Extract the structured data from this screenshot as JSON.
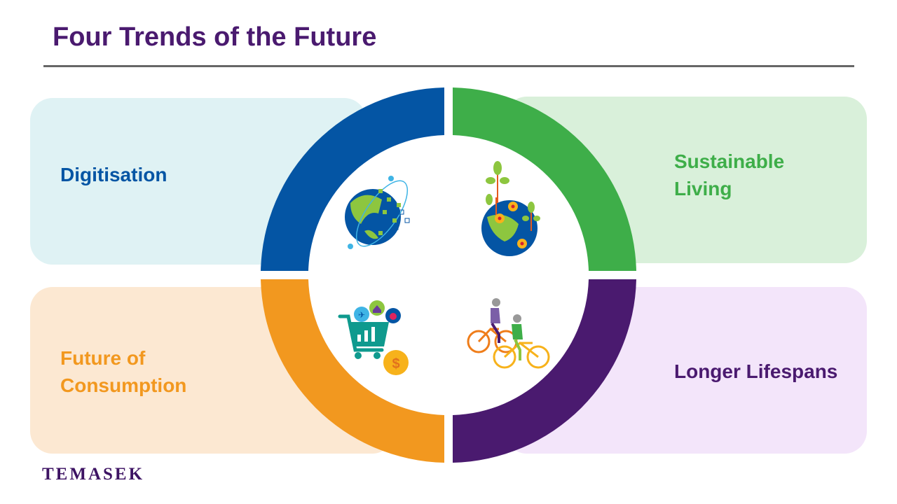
{
  "title": "Four Trends of the Future",
  "trends": [
    {
      "label": "Digitisation",
      "icon": "digital-globe-icon",
      "color": "#0455a4"
    },
    {
      "label": "Sustainable Living",
      "icon": "plant-globe-icon",
      "color": "#3eae49"
    },
    {
      "label": "Future of Consumption",
      "icon": "shopping-cart-icon",
      "color": "#f2981f"
    },
    {
      "label": "Longer Lifespans",
      "icon": "elderly-cyclists-icon",
      "color": "#4a1a6f"
    }
  ],
  "brand": "TEMASEK"
}
